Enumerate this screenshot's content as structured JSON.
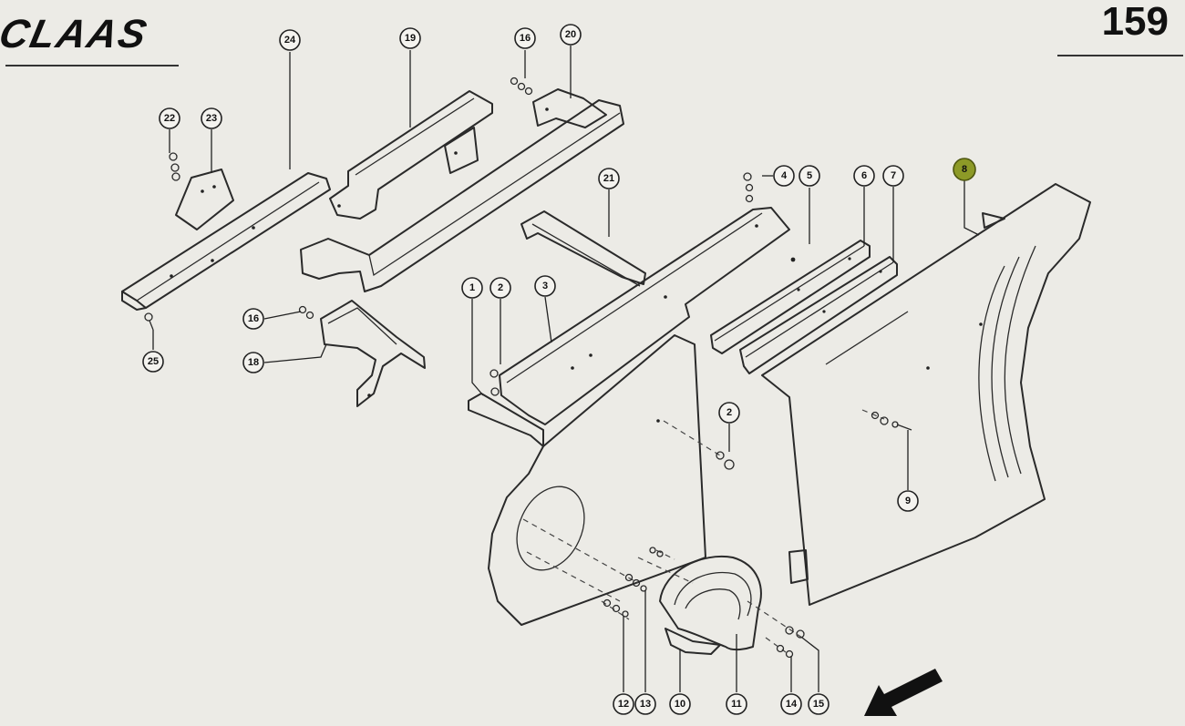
{
  "header": {
    "brand": "CLAAS",
    "page_number": "159"
  },
  "callouts": [
    {
      "id": "c1",
      "label": "1"
    },
    {
      "id": "c2",
      "label": "2"
    },
    {
      "id": "c2b",
      "label": "2"
    },
    {
      "id": "c3",
      "label": "3"
    },
    {
      "id": "c4",
      "label": "4"
    },
    {
      "id": "c5",
      "label": "5"
    },
    {
      "id": "c6",
      "label": "6"
    },
    {
      "id": "c7",
      "label": "7"
    },
    {
      "id": "c8",
      "label": "8",
      "highlighted": true
    },
    {
      "id": "c9",
      "label": "9"
    },
    {
      "id": "c10",
      "label": "10"
    },
    {
      "id": "c11",
      "label": "11"
    },
    {
      "id": "c12",
      "label": "12"
    },
    {
      "id": "c13",
      "label": "13"
    },
    {
      "id": "c14",
      "label": "14"
    },
    {
      "id": "c15",
      "label": "15"
    },
    {
      "id": "c16",
      "label": "16"
    },
    {
      "id": "c16b",
      "label": "16"
    },
    {
      "id": "c18",
      "label": "18"
    },
    {
      "id": "c19",
      "label": "19"
    },
    {
      "id": "c20",
      "label": "20"
    },
    {
      "id": "c21",
      "label": "21"
    },
    {
      "id": "c22",
      "label": "22"
    },
    {
      "id": "c23",
      "label": "23"
    },
    {
      "id": "c24",
      "label": "24"
    },
    {
      "id": "c25",
      "label": "25"
    }
  ],
  "colors": {
    "highlight": "#8d9a27",
    "ink": "#222222",
    "paper": "#ecebe6"
  },
  "icons": {
    "direction_arrow": "arrow-down-left-icon"
  }
}
